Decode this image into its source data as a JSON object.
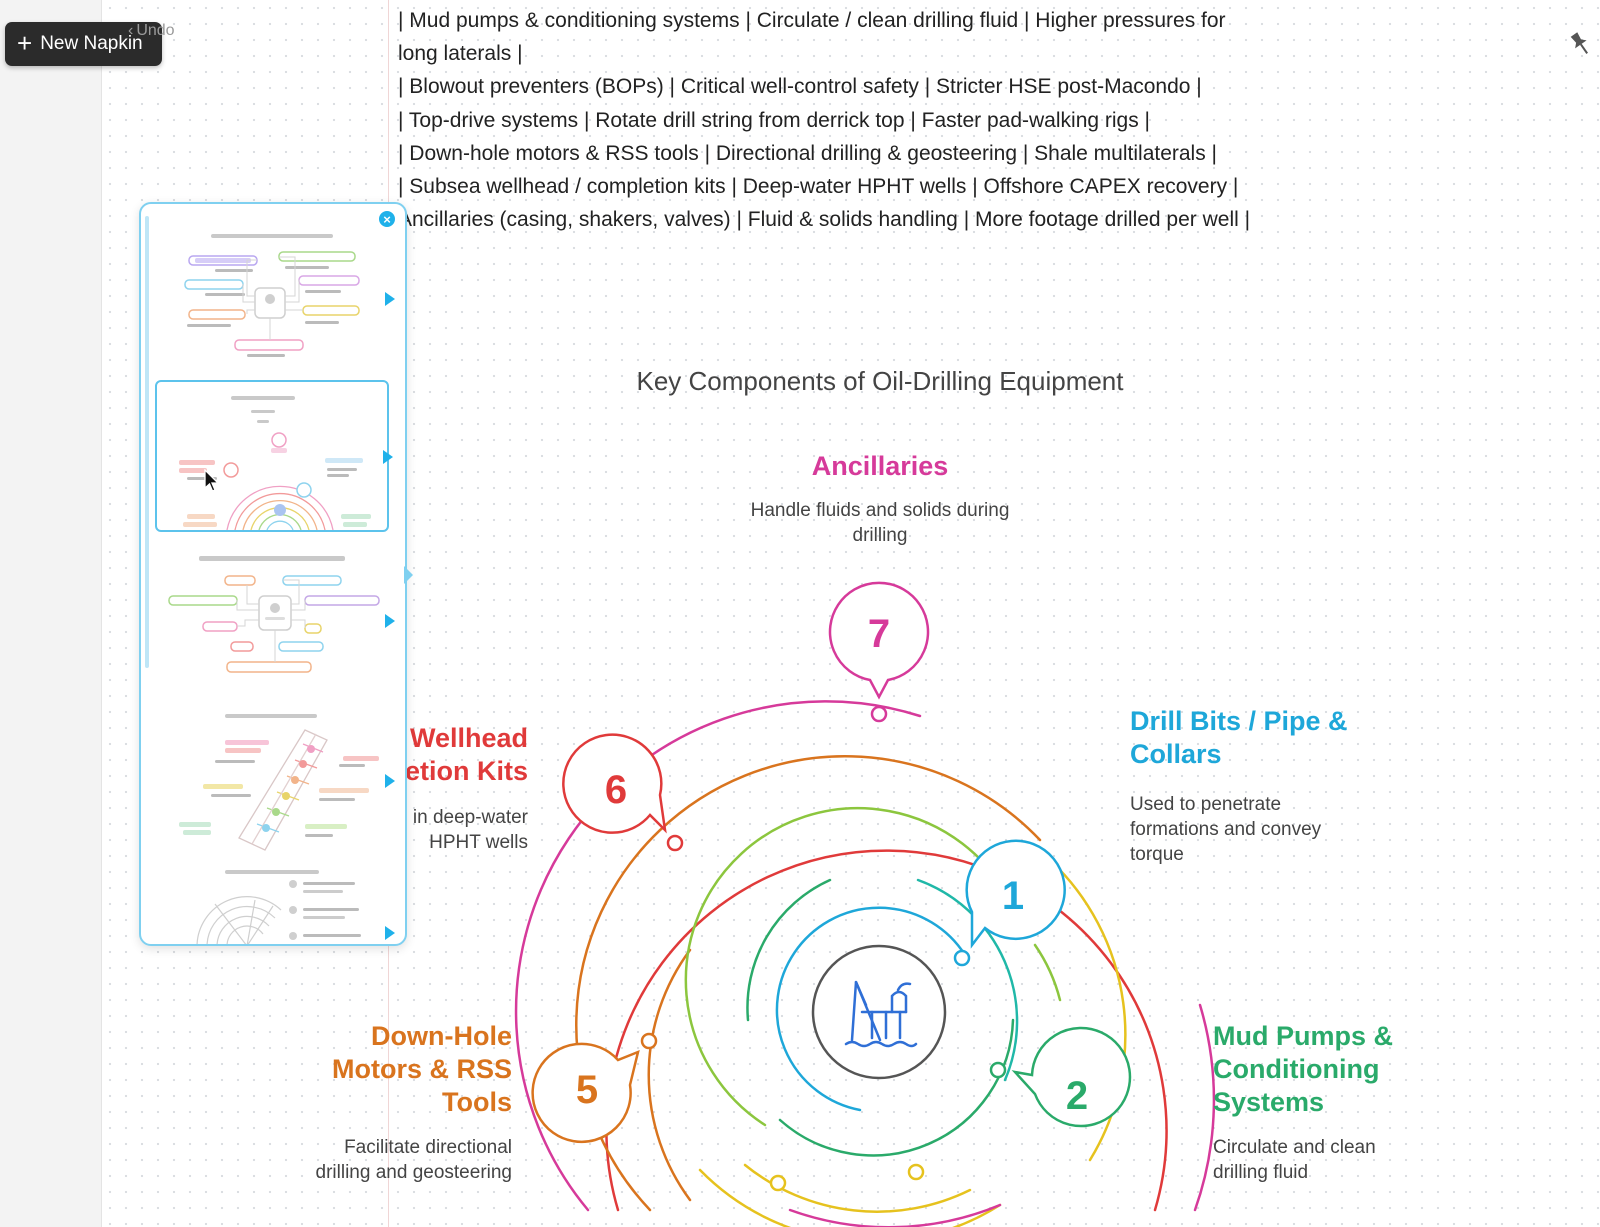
{
  "toolbar": {
    "new_napkin_label": "New Napkin",
    "undo_label": "Undo"
  },
  "document": {
    "lines": [
      "| Mud pumps & conditioning systems | Circulate / clean drilling fluid | Higher pressures for",
      "long laterals |",
      "| Blowout preventers (BOPs) | Critical well-control safety | Stricter HSE post-Macondo |",
      "| Top-drive systems | Rotate drill string from derrick top | Faster pad-walking rigs |",
      "| Down-hole motors & RSS tools | Directional drilling & geosteering | Shale multilaterals |",
      "| Subsea wellhead / completion kits | Deep-water HPHT wells | Offshore CAPEX recovery |",
      "Ancillaries (casing, shakers, valves) | Fluid & solids handling | More footage drilled per well |"
    ]
  },
  "diagram": {
    "title": "Key Components of Oil-Drilling Equipment",
    "items": [
      {
        "number": "1",
        "title_line1": "Drill Bits / Pipe &",
        "title_line2": "Collars",
        "desc_line1": "Used to penetrate",
        "desc_line2": "formations and convey",
        "desc_line3": "torque",
        "color": "#1ea7d9"
      },
      {
        "number": "2",
        "title_line1": "Mud Pumps &",
        "title_line2": "Conditioning",
        "title_line3": "Systems",
        "desc_line1": "Circulate and clean",
        "desc_line2": "drilling fluid",
        "color": "#2aaa6a"
      },
      {
        "number": "5",
        "title_line1": "Down-Hole",
        "title_line2": "Motors & RSS",
        "title_line3": "Tools",
        "desc_line1": "Facilitate directional",
        "desc_line2": "drilling and geosteering",
        "color": "#d9741e"
      },
      {
        "number": "6",
        "title_line1": "Wellhead",
        "title_line2": "letion Kits",
        "desc_line1": "in deep-water",
        "desc_line2": "HPHT wells",
        "color": "#e03a3a"
      },
      {
        "number": "7",
        "title_line1": "Ancillaries",
        "desc_line1": "Handle fluids and solids during",
        "desc_line2": "drilling",
        "color": "#d63a9a"
      }
    ],
    "center_icon": "oil-rig-icon"
  },
  "panel": {
    "close_icon": "close-icon",
    "selected_index": 1,
    "thumbnails": [
      "mindmap-layout",
      "radial-arcs-layout",
      "mindmap-boxes-layout",
      "tilted-tower-layout",
      "radar-list-layout"
    ]
  },
  "colors": {
    "accent": "#1fb1ea",
    "panel_border": "#7fd0f0",
    "button_bg": "#2b2b2b"
  }
}
